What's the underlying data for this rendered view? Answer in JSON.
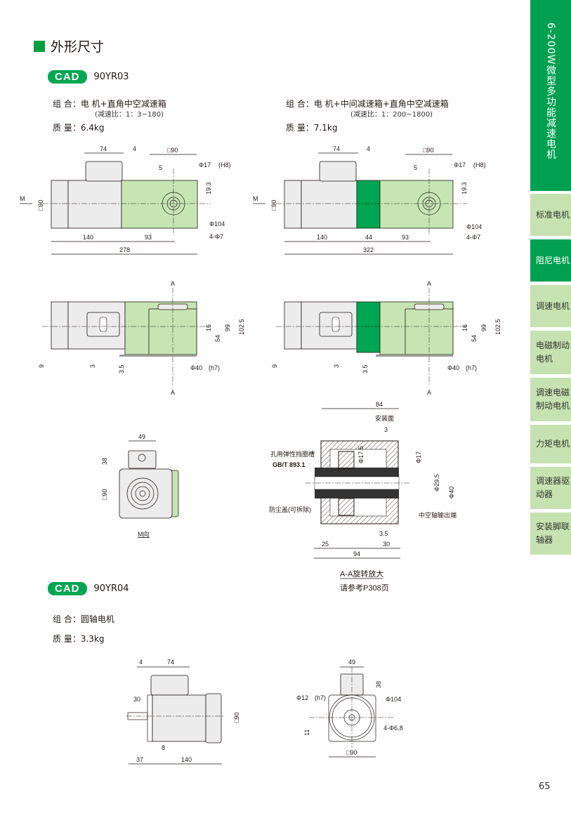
{
  "section_title": "外形尺寸",
  "models": [
    {
      "badge": "CAD",
      "name": "90YR03",
      "variants": [
        {
          "combo_label": "组 合：",
          "combo": "电 机+直角中空减速箱",
          "ratio": "(减速比：1：3~180)",
          "mass_label": "质 量：",
          "mass": "6.4kg"
        },
        {
          "combo_label": "组 合：",
          "combo": "电 机+中间减速箱+直角中空减速箱",
          "ratio": "(减速比：1：200~1800)",
          "mass_label": "质 量：",
          "mass": "7.1kg"
        }
      ]
    },
    {
      "badge": "CAD",
      "name": "90YR04",
      "combo_label": "组 合：",
      "combo": "圆轴电机",
      "mass_label": "质 量：",
      "mass": "3.3kg"
    }
  ],
  "dims": {
    "d74": "74",
    "d4": "4",
    "sq90": "□90",
    "d5": "5",
    "shaft17": "Φ17",
    "h8": "(H8)",
    "d19": "19.3",
    "phi104": "Φ104",
    "holes7": "4-Φ7",
    "d140": "140",
    "d93": "93",
    "d278": "278",
    "d44": "44",
    "d322": "322",
    "m": "M",
    "a": "A",
    "d99": "99",
    "d102": "102.5",
    "d16": "16",
    "d54": "54",
    "d9": "9",
    "d3": "3",
    "d35": "3.5",
    "phi40": "Φ40",
    "h7": "(h7)",
    "d49": "49",
    "d38": "38",
    "m_view": "M向",
    "d84": "84",
    "mount_face": "安装面",
    "circlip": "孔用弹性挡圈槽",
    "gb": "GB/T 893.1",
    "dust_cover": "防尘盖(可拆除)",
    "d175": "Φ17.5",
    "d295": "Φ29.5",
    "hollow_out": "中空轴输出端",
    "d25": "25",
    "d30": "30",
    "d94": "94",
    "aa_caption": "A-A旋转放大",
    "ref": "请参考P308页",
    "phi12": "Φ12",
    "holes68": "4-Φ6.8",
    "d11": "11",
    "d37": "37",
    "d8": "8"
  },
  "sidebar": {
    "header": "6-200W微型多功能减速电机",
    "items": [
      "标准电机",
      "阻尼电机",
      "调速电机",
      "电磁制动电机",
      "调速电磁制动电机",
      "力矩电机",
      "调速器驱动器",
      "安装脚联轴器"
    ],
    "active": 1
  },
  "page_number": "65",
  "colors": {
    "brand": "#00a051",
    "tab": "#c6e2b0",
    "gear": "#c6e5b3"
  }
}
